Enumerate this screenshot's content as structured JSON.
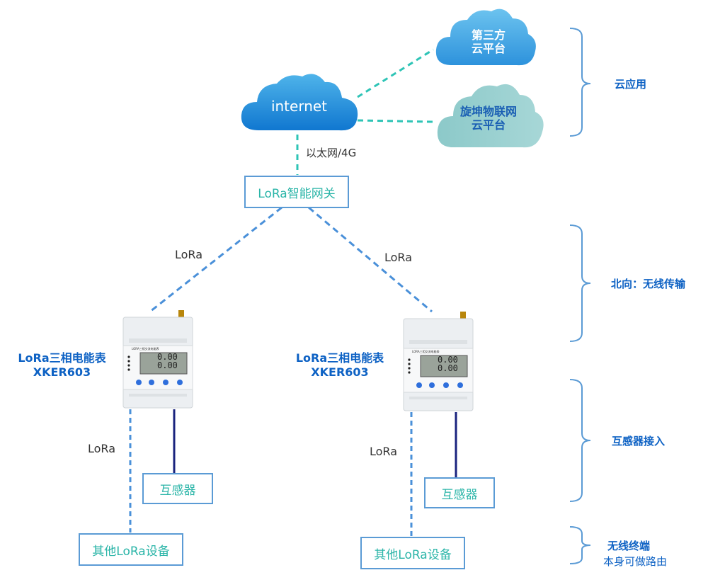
{
  "clouds": {
    "internet": {
      "label": "internet"
    },
    "third_party": {
      "line1": "第三方",
      "line2": "云平台"
    },
    "xuankun": {
      "line1": "旋坤物联网",
      "line2": "云平台"
    }
  },
  "links": {
    "uplink_label": "以太网/4G",
    "gateway_left_label": "LoRa",
    "gateway_right_label": "LoRa",
    "left_meter_down_label": "LoRa",
    "right_meter_down_label": "LoRa"
  },
  "gateway": {
    "label": "LoRa智能网关"
  },
  "meters": [
    {
      "name_line1": "LoRa三相电能表",
      "name_line2": "XKER603",
      "lcd_top": "0.00",
      "lcd_bottom": "0.00",
      "panel_caption": "LORA三相交流电能表"
    },
    {
      "name_line1": "LoRa三相电能表",
      "name_line2": "XKER603",
      "lcd_top": "0.00",
      "lcd_bottom": "0.00",
      "panel_caption": "LORA三相交流电能表"
    }
  ],
  "transformers": [
    {
      "label": "互感器"
    },
    {
      "label": "互感器"
    }
  ],
  "other_devices": [
    {
      "label": "其他LoRa设备"
    },
    {
      "label": "其他LoRa设备"
    }
  ],
  "layers": [
    {
      "label": "云应用"
    },
    {
      "label": "北向：无线传输"
    },
    {
      "label": "互感器接入"
    },
    {
      "label": "无线终端",
      "sub": "本身可做路由"
    }
  ],
  "colors": {
    "teal_link": "#2ec4b6",
    "blue_link": "#4a90d9",
    "box_border": "#5b9bd5",
    "box_text": "#2bb5a8",
    "accent_text": "#0e62c4",
    "cable": "#1a237e"
  }
}
